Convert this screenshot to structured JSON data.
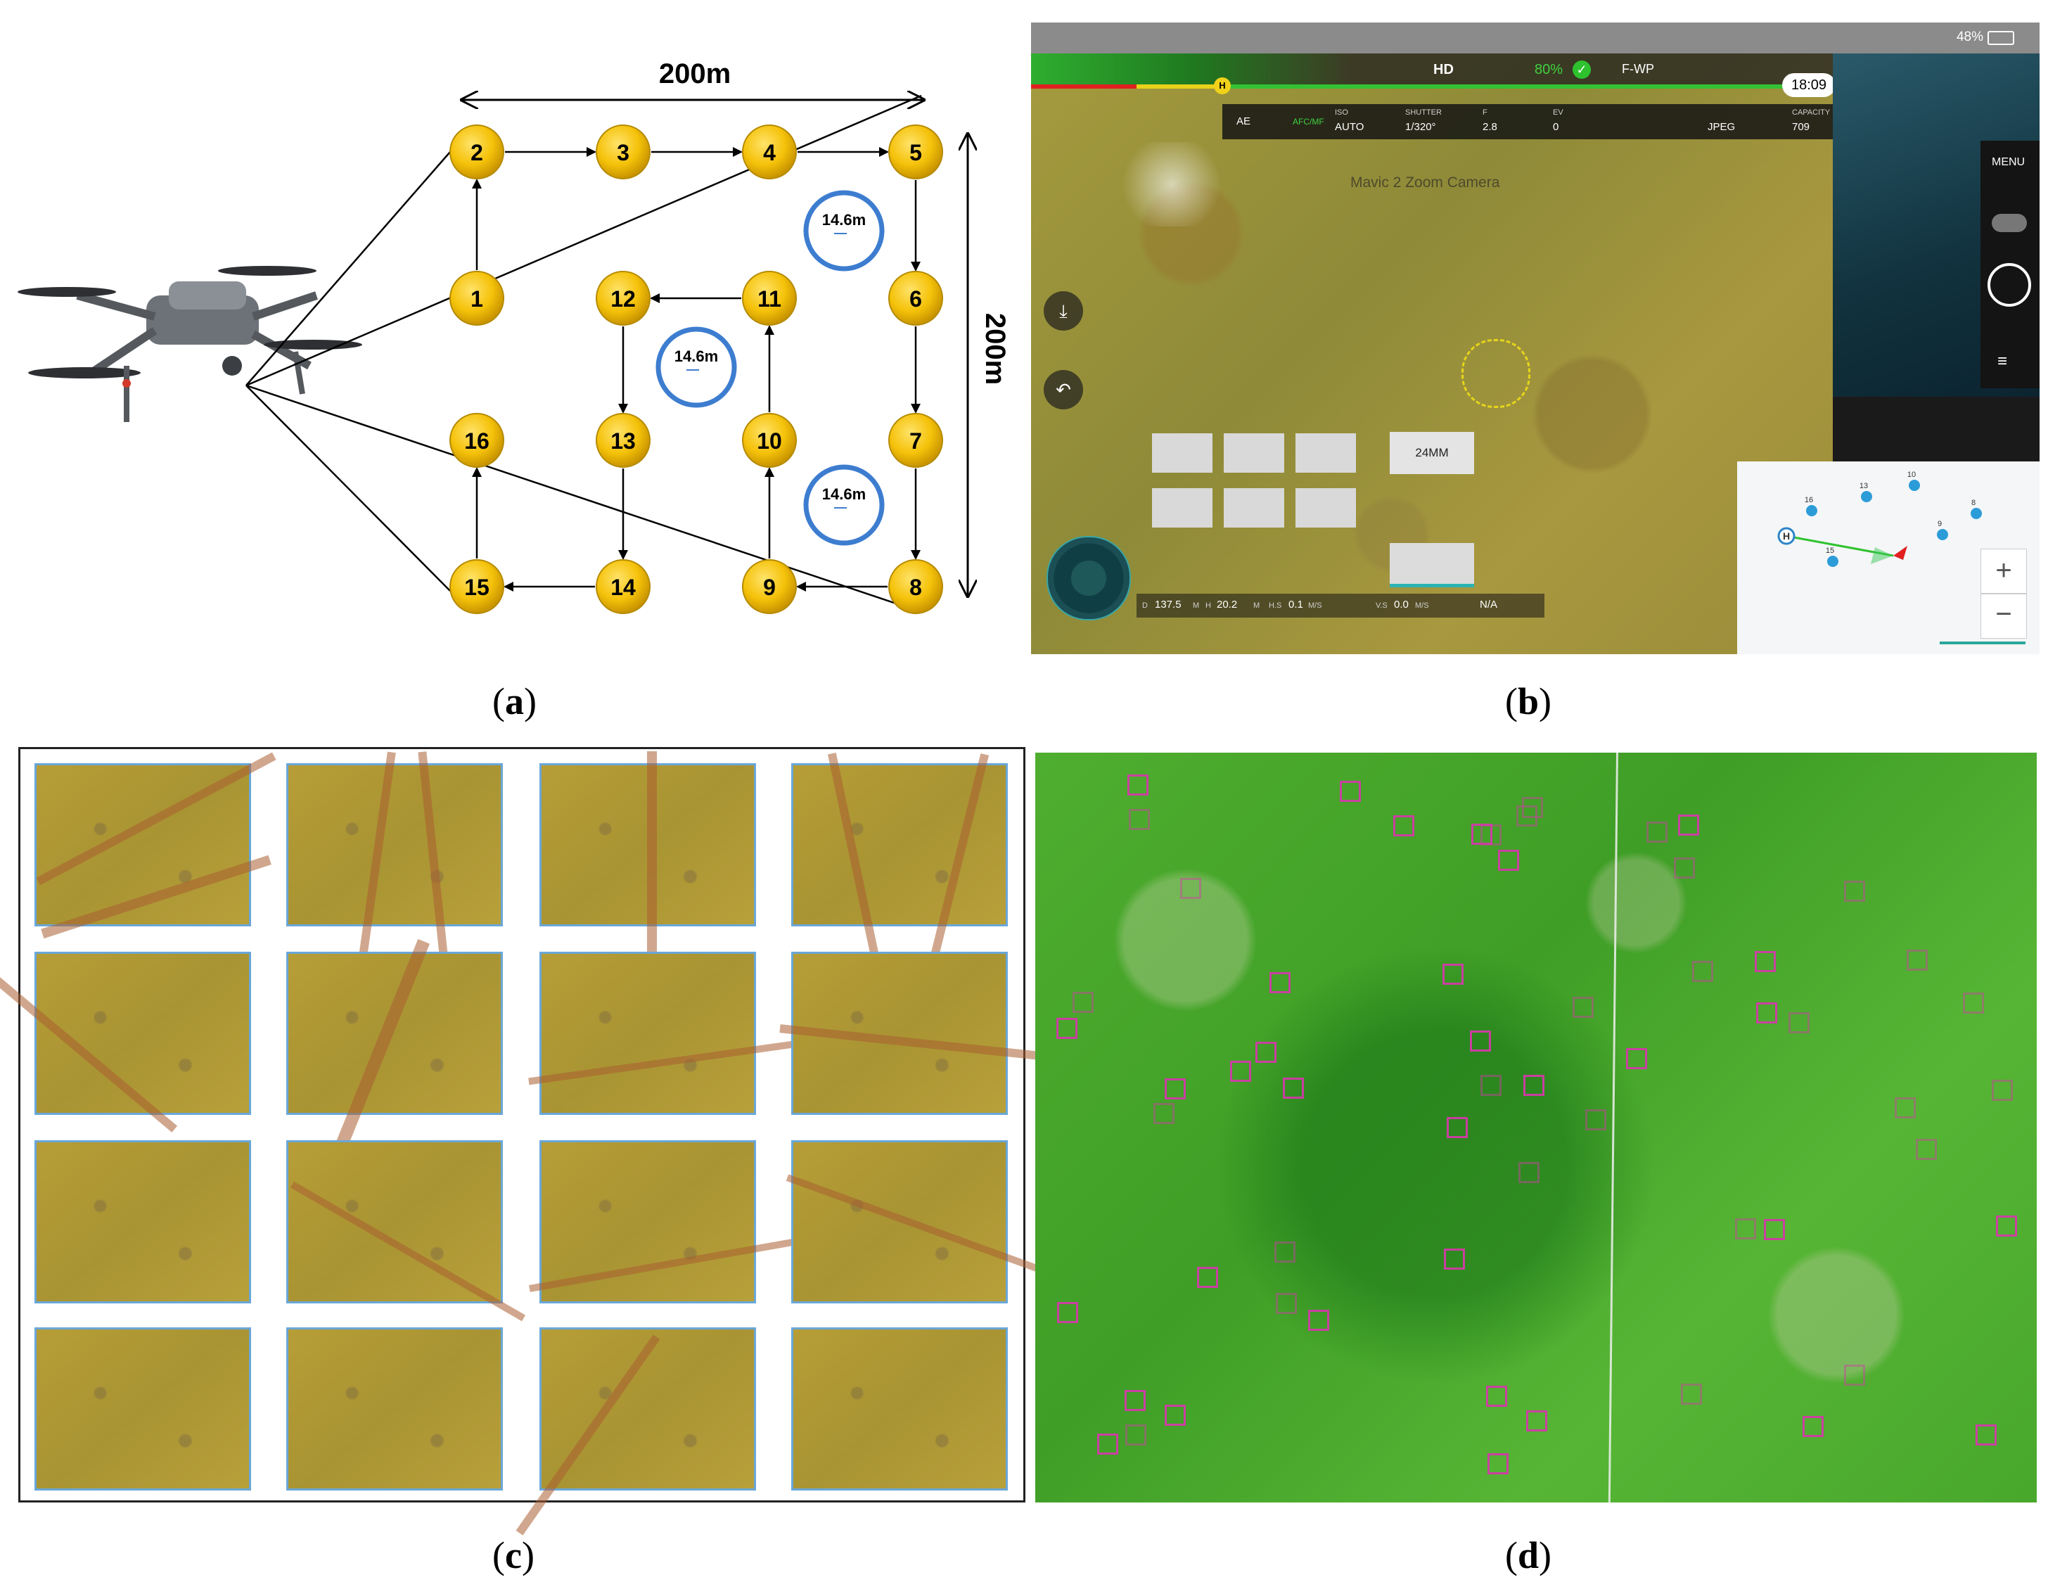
{
  "captions": {
    "a": "a",
    "b": "b",
    "c": "c",
    "d": "d"
  },
  "panel_a": {
    "width_label": "200m",
    "height_label": "200m",
    "circle_label": "14.6m",
    "waypoints": [
      {
        "id": "1",
        "label": "1"
      },
      {
        "id": "2",
        "label": "2"
      },
      {
        "id": "3",
        "label": "3"
      },
      {
        "id": "4",
        "label": "4"
      },
      {
        "id": "5",
        "label": "5"
      },
      {
        "id": "6",
        "label": "6"
      },
      {
        "id": "7",
        "label": "7"
      },
      {
        "id": "8",
        "label": "8"
      },
      {
        "id": "9",
        "label": "9"
      },
      {
        "id": "10",
        "label": "10"
      },
      {
        "id": "11",
        "label": "11"
      },
      {
        "id": "12",
        "label": "12"
      },
      {
        "id": "13",
        "label": "13"
      },
      {
        "id": "14",
        "label": "14"
      },
      {
        "id": "15",
        "label": "15"
      },
      {
        "id": "16",
        "label": "16"
      }
    ],
    "path": [
      "1",
      "2",
      "3",
      "4",
      "5",
      "6",
      "7",
      "8",
      "9",
      "10",
      "11",
      "12",
      "13",
      "14",
      "15",
      "16"
    ],
    "colors": {
      "waypoint_fill": "#f5c20a",
      "waypoint_stroke": "#b58a00",
      "circle": "#3d7dd0"
    }
  },
  "panel_b": {
    "status_bar": {
      "battery": "48%"
    },
    "top_bar": {
      "hd": "HD",
      "battery_pct": "80%",
      "mode": "F-WP",
      "time": "18:09",
      "home_marker": "H"
    },
    "camera_bar": {
      "ae": "AE",
      "afc": "AFC/MF",
      "iso_label": "ISO",
      "iso": "AUTO",
      "shutter_label": "SHUTTER",
      "shutter": "1/320°",
      "f_label": "F",
      "f": "2.8",
      "ev_label": "EV",
      "ev": "0",
      "format": "JPEG",
      "capacity_label": "CAPACITY",
      "capacity": "709"
    },
    "camera_name": "Mavic 2 Zoom Camera",
    "zoom_button": "24MM",
    "menu": "MENU",
    "telemetry": {
      "d_label": "D",
      "d": "137.5",
      "d_unit": "M",
      "h_label": "H",
      "h": "20.2",
      "h_unit": "M",
      "hs_label": "H.S",
      "hs": "0.1",
      "hs_unit": "M/S",
      "vs_label": "V.S",
      "vs": "0.0",
      "vs_unit": "M/S",
      "na": "N/A"
    },
    "map_points": [
      "10",
      "13",
      "16",
      "15",
      "9",
      "8",
      "H"
    ],
    "map_zoom_in": "+",
    "map_zoom_out": "−"
  },
  "panel_c": {
    "grid_rows": 4,
    "grid_cols": 4
  },
  "panel_d": {
    "box_color": "#d23aa8",
    "box_count": 60
  }
}
